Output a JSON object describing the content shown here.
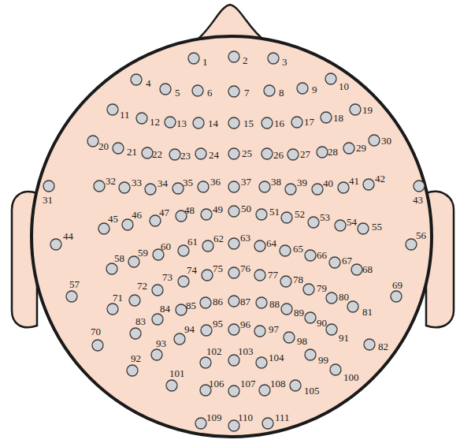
{
  "diagram": {
    "labels": [
      "1",
      "2",
      "3",
      "4",
      "5",
      "6",
      "7",
      "8",
      "9",
      "10",
      "11",
      "12",
      "13",
      "14",
      "15",
      "16",
      "17",
      "18",
      "19",
      "20",
      "21",
      "22",
      "23",
      "24",
      "25",
      "26",
      "27",
      "28",
      "29",
      "30",
      "31",
      "32",
      "33",
      "34",
      "35",
      "36",
      "37",
      "38",
      "39",
      "40",
      "41",
      "42",
      "43",
      "44",
      "45",
      "46",
      "47",
      "48",
      "49",
      "50",
      "51",
      "52",
      "53",
      "54",
      "55",
      "56",
      "57",
      "58",
      "59",
      "60",
      "61",
      "62",
      "63",
      "64",
      "65",
      "66",
      "67",
      "68",
      "69",
      "70",
      "71",
      "72",
      "73",
      "74",
      "75",
      "76",
      "77",
      "78",
      "79",
      "80",
      "81",
      "82",
      "83",
      "84",
      "85",
      "86",
      "87",
      "88",
      "89",
      "90",
      "91",
      "92",
      "93",
      "94",
      "95",
      "96",
      "97",
      "98",
      "99",
      "100",
      "101",
      "102",
      "103",
      "104",
      "105",
      "106",
      "107",
      "108",
      "109",
      "110",
      "111"
    ]
  }
}
